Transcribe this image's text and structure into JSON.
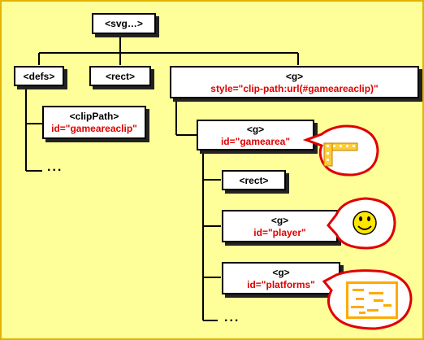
{
  "nodes": {
    "svg": {
      "tag": "<svg…>"
    },
    "defs": {
      "tag": "<defs>"
    },
    "rect_top": {
      "tag": "<rect>"
    },
    "g_clip": {
      "tag": "<g>",
      "attr": "style=\"clip-path:url(#gameareaclip)\""
    },
    "clippath": {
      "tag": "<clipPath>",
      "attr": "id=\"gameareaclip\""
    },
    "g_gamearea": {
      "tag": "<g>",
      "attr": "id=\"gamearea\""
    },
    "rect_inner": {
      "tag": "<rect>"
    },
    "g_player": {
      "tag": "<g>",
      "attr": "id=\"player\""
    },
    "g_platforms": {
      "tag": "<g>",
      "attr": "id=\"platforms\""
    }
  },
  "ellipsis": {
    "left": "...",
    "inner": "..."
  },
  "colors": {
    "background": "#ffff99",
    "border": "#e0b400",
    "attribute_text": "#e00000",
    "callout_border": "#e00000",
    "platform_fill": "#ffcc33",
    "smiley_face": "#ffe600"
  },
  "callouts": {
    "gamearea": "platform-corner-icon",
    "player": "smiley-face-icon",
    "platforms": "platforms-map-icon"
  }
}
